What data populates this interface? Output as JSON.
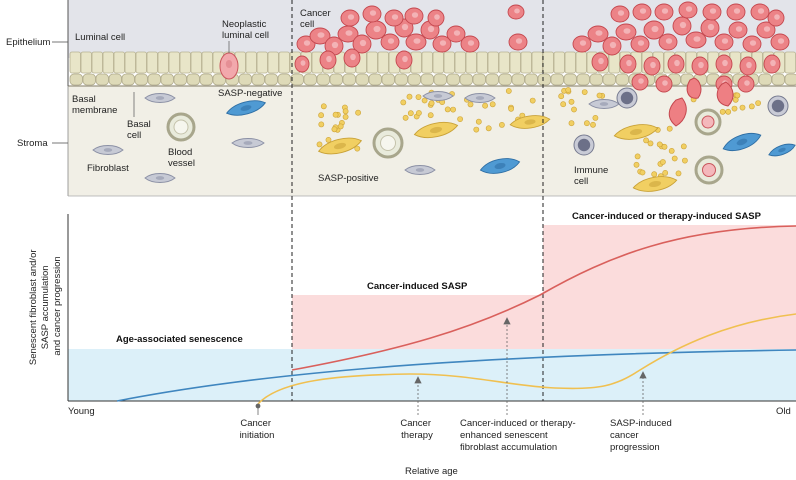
{
  "layers": {
    "epithelium": "Epithelium",
    "stroma": "Stroma"
  },
  "cells": {
    "luminal": "Luminal cell",
    "neoplastic_1": "Neoplastic",
    "neoplastic_2": "luminal cell",
    "basal_membrane_1": "Basal",
    "basal_membrane_2": "membrane",
    "basal_cell_1": "Basal",
    "basal_cell_2": "cell",
    "fibroblast": "Fibroblast",
    "blood_vessel_1": "Blood",
    "blood_vessel_2": "vessel",
    "sasp_negative": "SASP-negative",
    "cancer_cell_1": "Cancer",
    "cancer_cell_2": "cell",
    "sasp_positive": "SASP-positive",
    "immune_cell_1": "Immune",
    "immune_cell_2": "cell"
  },
  "chart": {
    "y_label_1": "Senescent fibroblast and/or",
    "y_label_2": "SASP accumulation",
    "y_label_3": "and cancer progression",
    "x_label": "Relative age",
    "x_start": "Young",
    "x_end": "Old",
    "zones": {
      "age": "Age-associated senescence",
      "cancer": "Cancer-induced SASP",
      "therapy": "Cancer-induced or therapy-induced SASP"
    },
    "events": {
      "initiation": [
        "Cancer",
        "initiation"
      ],
      "therapy": [
        "Cancer",
        "therapy"
      ],
      "accumulation": [
        "Cancer-induced or therapy-",
        "enhanced senescent",
        "fibroblast accumulation"
      ],
      "progression": [
        "SASP-induced",
        "cancer",
        "progression"
      ]
    },
    "colors": {
      "blue_zone": "#dcf0f9",
      "red_zone": "#fbdcdc",
      "blue_line": "#3f86bf",
      "red_line": "#d9605c",
      "yellow_line": "#f0c050"
    }
  }
}
